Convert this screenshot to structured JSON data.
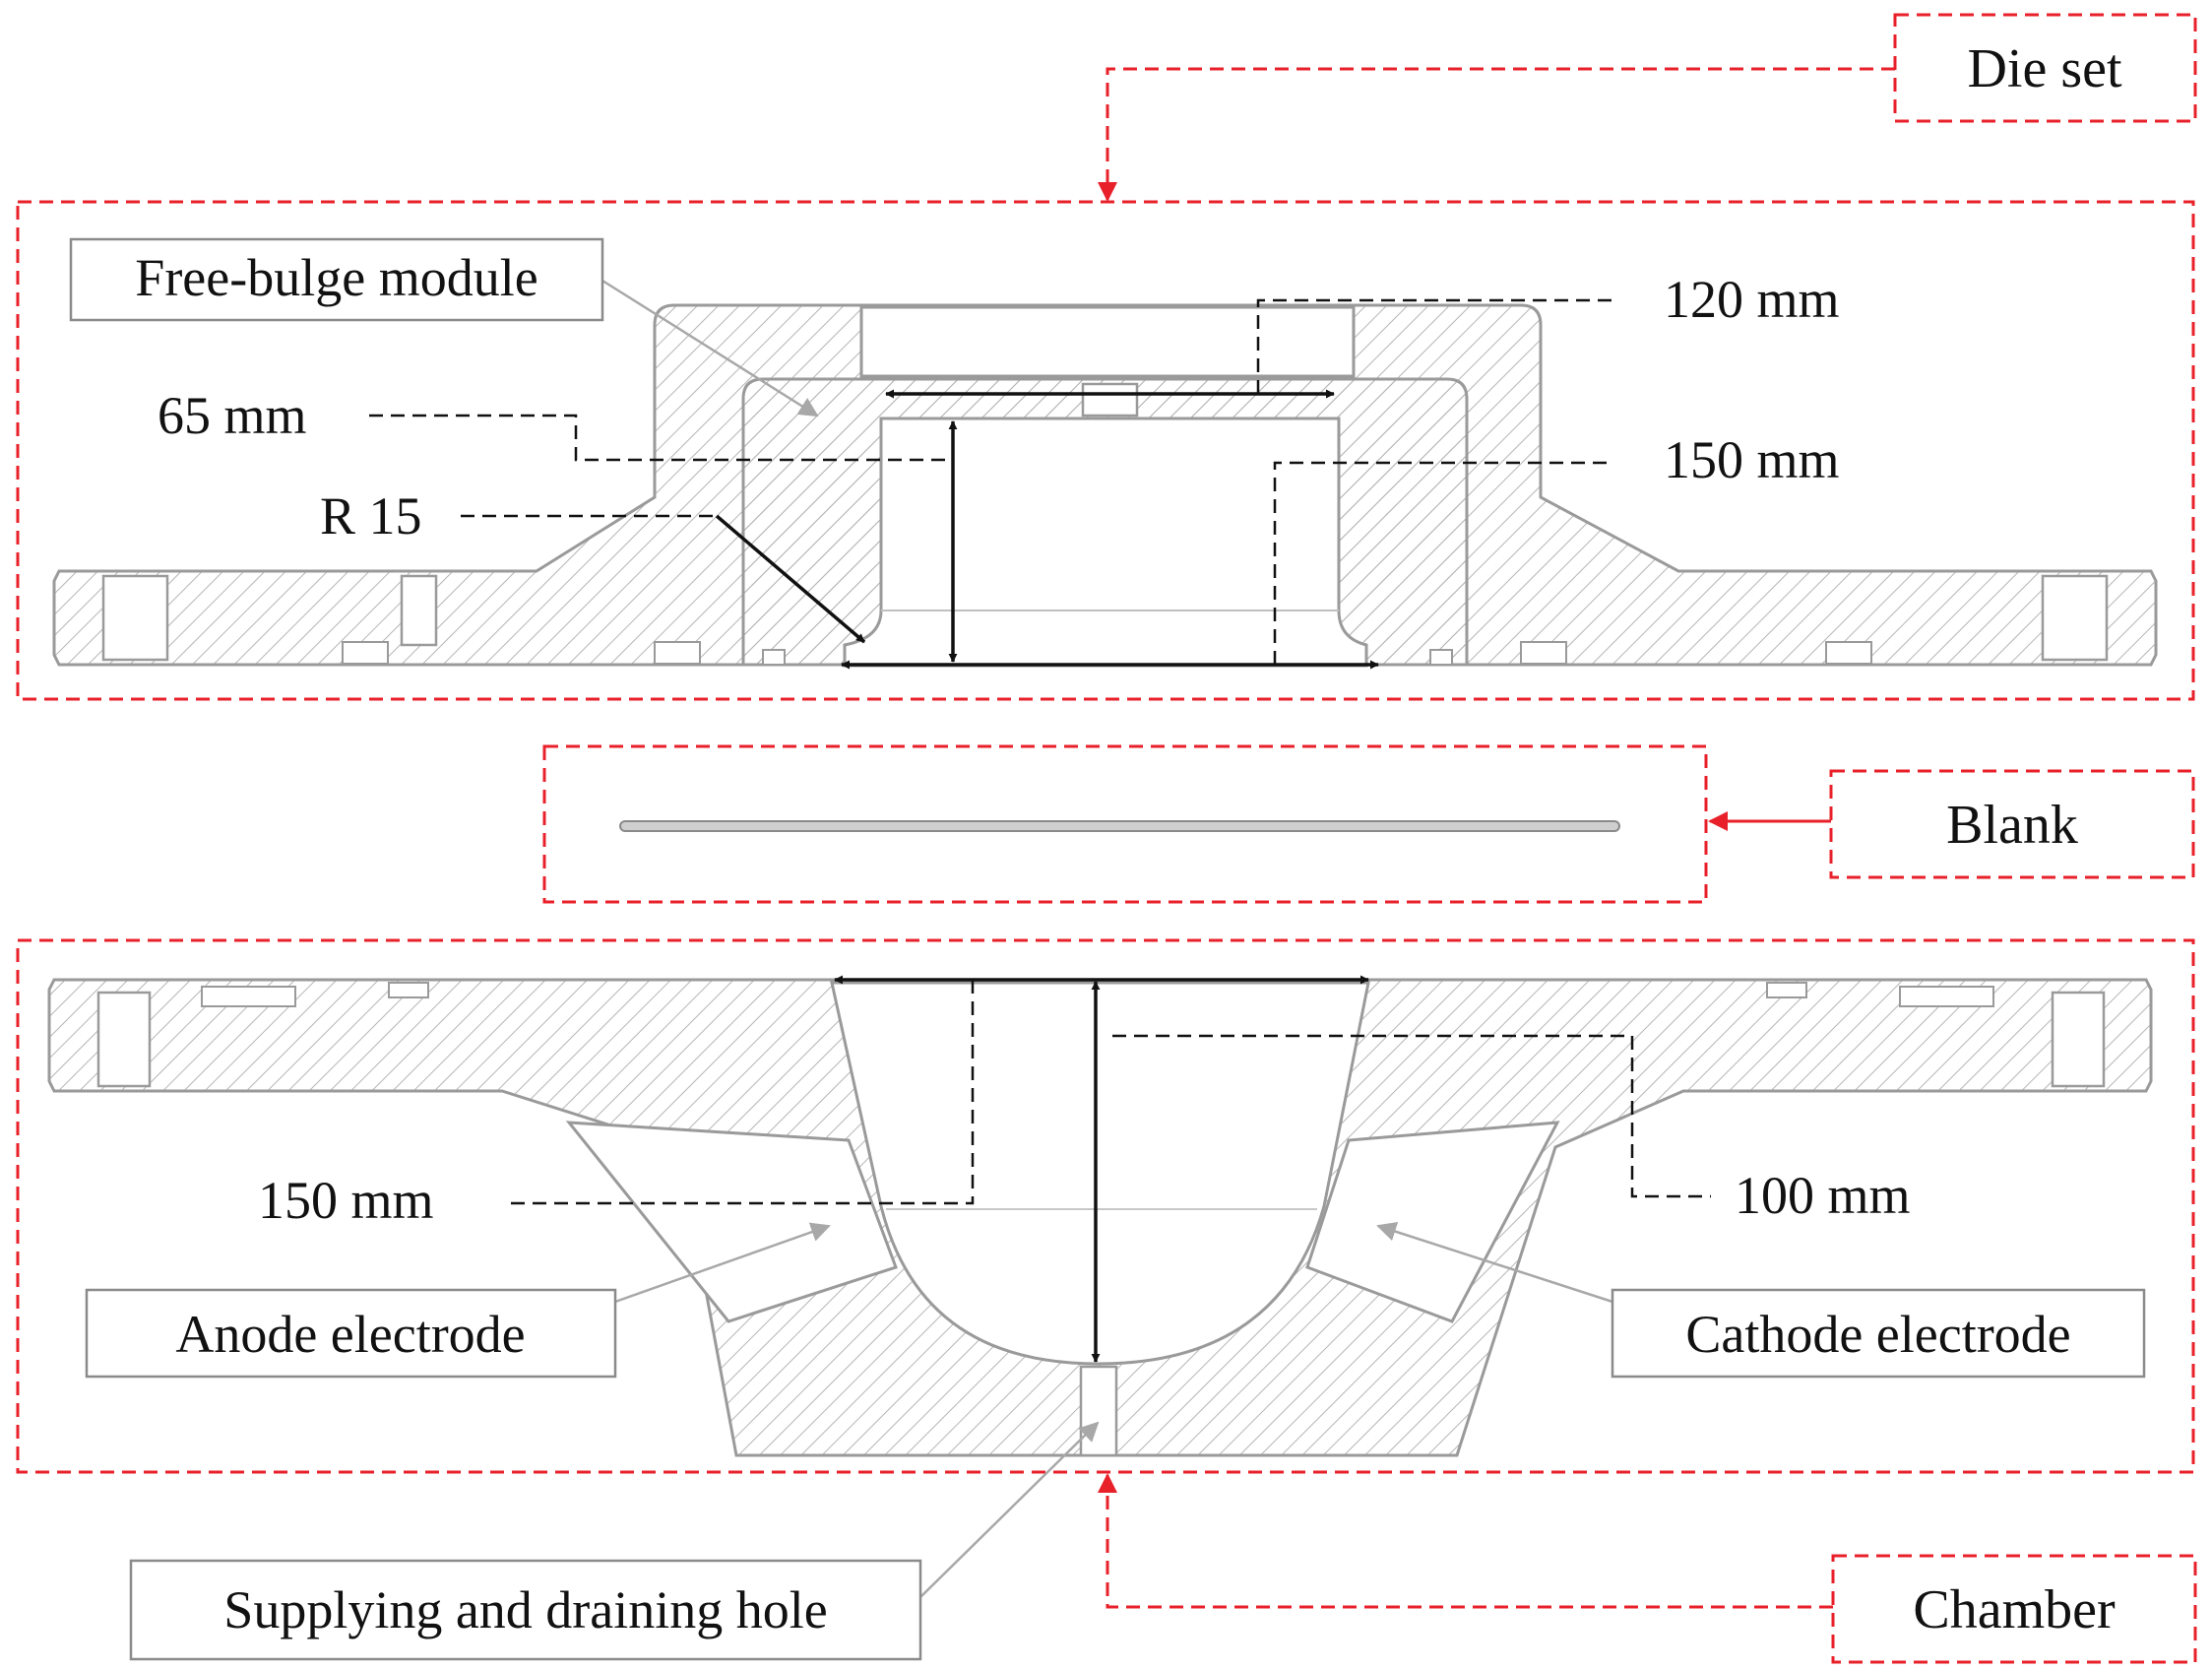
{
  "labels": {
    "die_set": "Die set",
    "blank": "Blank",
    "chamber": "Chamber",
    "free_bulge_module": "Free-bulge module",
    "anode_electrode": "Anode electrode",
    "cathode_electrode": "Cathode electrode",
    "supplying_hole": "Supplying and draining hole"
  },
  "dimensions": {
    "d120": "120 mm",
    "d150_top": "150 mm",
    "d65": "65 mm",
    "r15": "R 15",
    "d150_chamber": "150 mm",
    "d100": "100 mm"
  },
  "colors": {
    "group_frame": "#e8202a",
    "part_outline": "#9a9a9a",
    "hatch": "#b5b5b5",
    "dimension": "#111111",
    "leader": "#a8a8a8",
    "label_border": "#8a8a8a"
  }
}
